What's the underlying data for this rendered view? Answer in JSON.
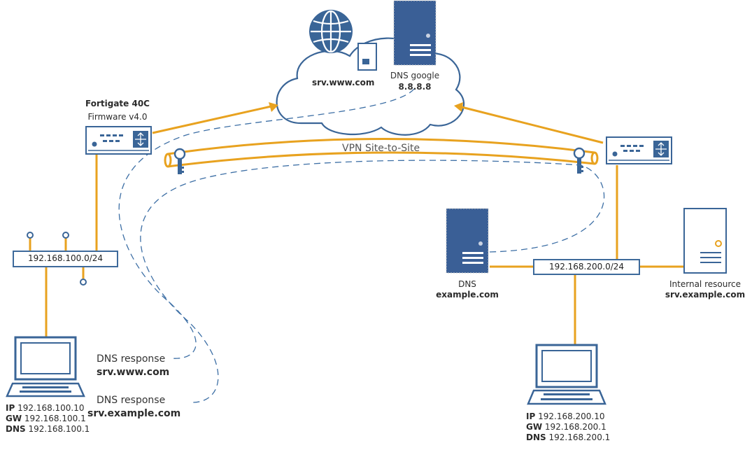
{
  "colors": {
    "link": "#e8a21f",
    "device": "#3a6597",
    "device_fill": "#ffffff",
    "server_fill": "#3a5f96",
    "dashed": "#3d6fa5",
    "text": "#2b2b2b"
  },
  "cloud": {
    "srv_label": "srv.www.com",
    "dns_label": "DNS google",
    "dns_ip": "8.8.8.8"
  },
  "left_firewall": {
    "model": "Fortigate 40C",
    "firmware": "Firmware v4.0"
  },
  "vpn": {
    "label": "VPN Site-to-Site"
  },
  "left_network": {
    "subnet": "192.168.100.0/24"
  },
  "right_network": {
    "subnet": "192.168.200.0/24"
  },
  "dns_server": {
    "title": "DNS",
    "domain": "example.com"
  },
  "internal_resource": {
    "title": "Internal resource",
    "domain": "srv.example.com"
  },
  "left_laptop": {
    "ip_key": "IP",
    "ip": "192.168.100.10",
    "gw_key": "GW",
    "gw": "192.168.100.1",
    "dns_key": "DNS",
    "dns": "192.168.100.1"
  },
  "right_laptop": {
    "ip_key": "IP",
    "ip": "192.168.200.10",
    "gw_key": "GW",
    "gw": "192.168.200.1",
    "dns_key": "DNS",
    "dns": "192.168.200.1"
  },
  "responses": {
    "r1_title": "DNS response",
    "r1_host": "srv.www.com",
    "r2_title": "DNS response",
    "r2_host": "srv.example.com"
  },
  "icons": [
    "globe-icon",
    "server-icon",
    "firewall-icon",
    "key-icon",
    "switch-icon",
    "laptop-icon",
    "tower-server-icon",
    "cloud-icon"
  ]
}
